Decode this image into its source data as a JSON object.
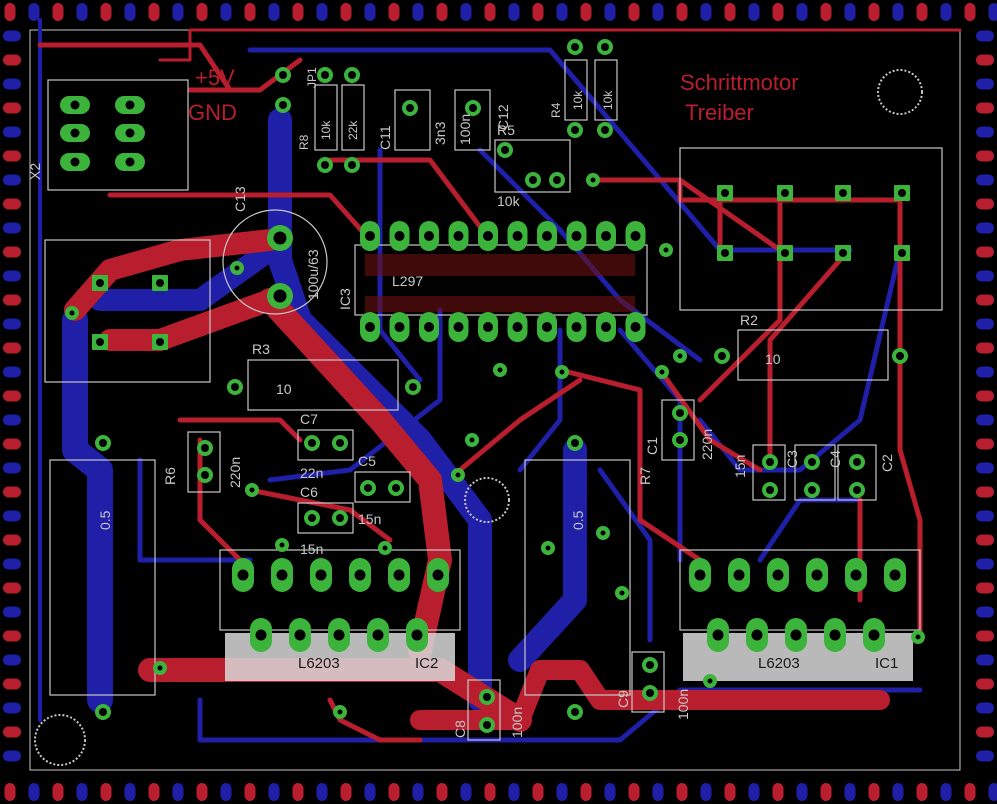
{
  "board": {
    "title_line1": "Schrittmotor",
    "title_line2": "Treiber",
    "supply_plus": "+5V",
    "supply_gnd": "GND",
    "colors": {
      "background": "#000000",
      "top_copper": "#b81e2d",
      "bottom_copper": "#1f1fa8",
      "pads": "#3cb43c",
      "silk": "#c8c8c8",
      "ic_outline": "#d9d9d9"
    }
  },
  "labels": {
    "x2": "X2",
    "jp1": "JP1",
    "r8": "R8",
    "r8_val": "10k",
    "r_22k": "22k",
    "c11": "C11",
    "c12": "C12",
    "c_3n3": "3n3",
    "c_100n_top": "100n",
    "r5": "R5",
    "r5_val": "10k",
    "r4": "R4",
    "r4_val": "10k",
    "r_10k_right": "10k",
    "c13": "C13",
    "c13_val": "100u/63",
    "ic3": "IC3",
    "ic3_val": "L297",
    "r3": "R3",
    "r3_val": "10",
    "r2": "R2",
    "r2_val": "10",
    "c7": "C7",
    "c7_val": "22n",
    "c5": "C5",
    "c5_val": "15n",
    "c6": "C6",
    "c6_val": "15n",
    "r6": "R6",
    "c_220n_left": "220n",
    "r7": "R7",
    "c1": "C1",
    "c1_val": "220n",
    "c_15n_right": "15n",
    "c3": "C3",
    "c4": "C4",
    "c2": "C2",
    "shunt_left": "0.5",
    "shunt_mid": "0.5",
    "ic2": "IC2",
    "ic2_val": "L6203",
    "ic1": "IC1",
    "ic1_val": "L6203",
    "c8": "C8",
    "c8_val": "100n",
    "c9": "C9",
    "c9_val": "100n"
  }
}
